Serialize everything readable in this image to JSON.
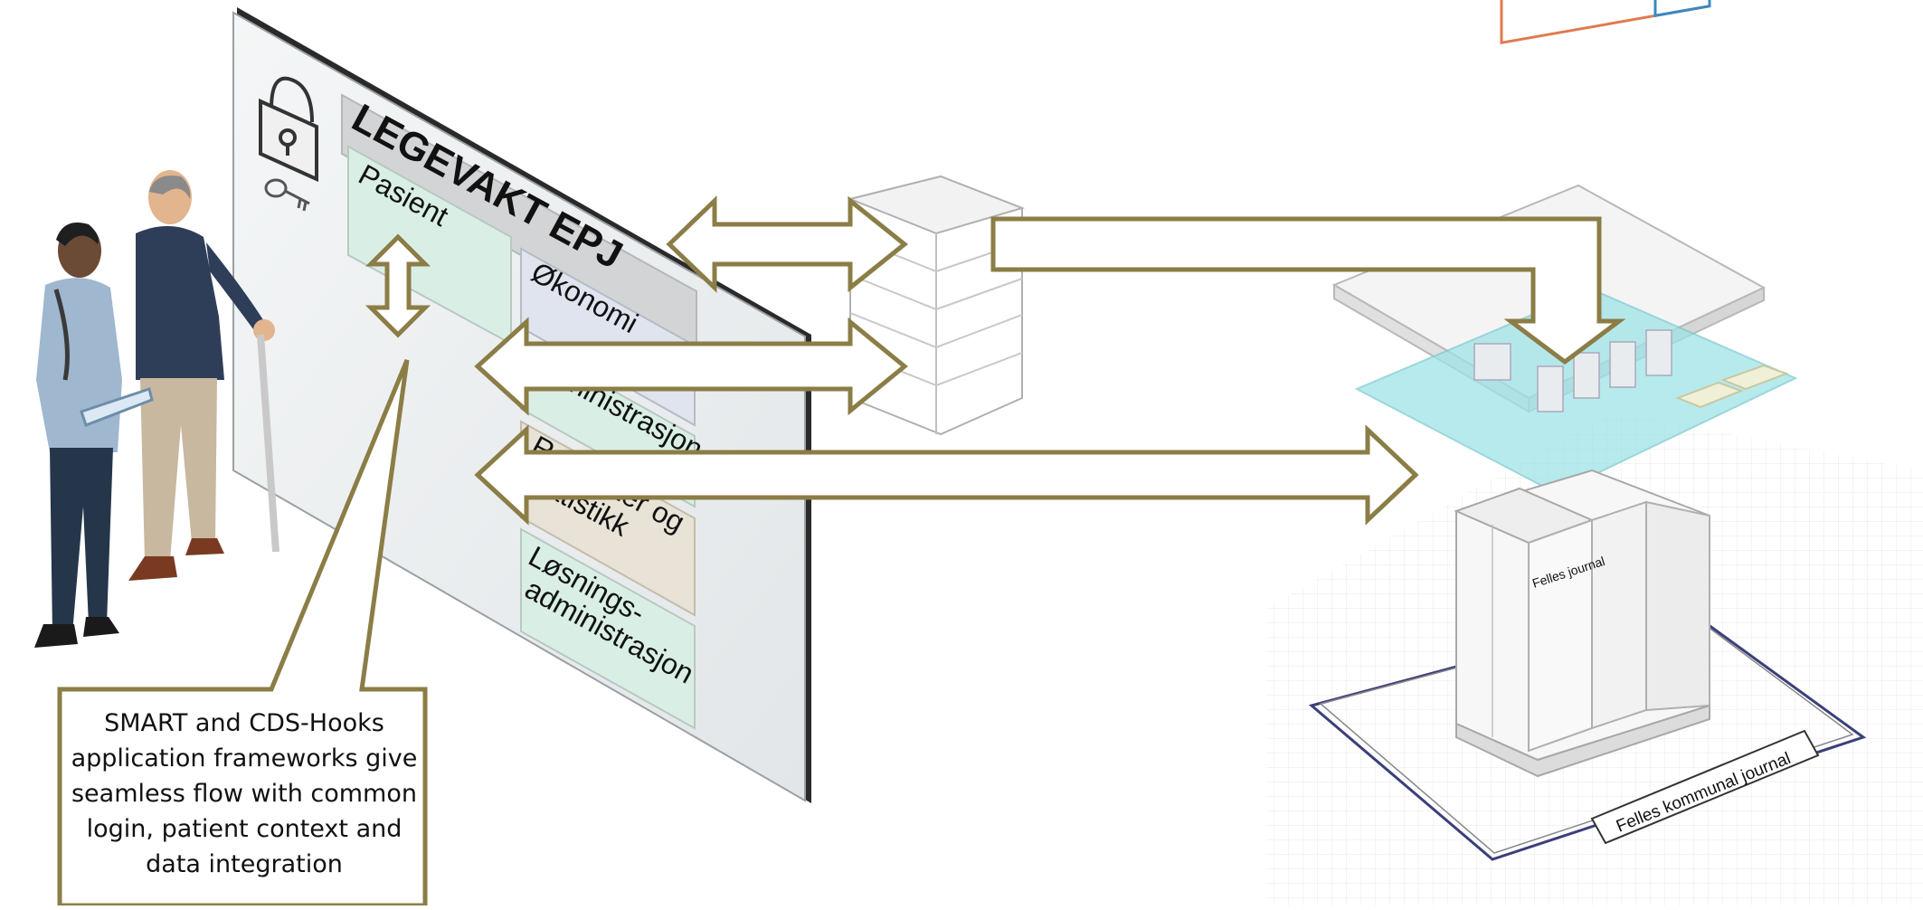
{
  "screen": {
    "title": "LEGEVAKT EPJ",
    "panels": {
      "patient": "Pasient",
      "economy": "Økonomi",
      "administration": "Administrasjon",
      "reports_line1": "Rapporter og",
      "reports_line2": "statistikk",
      "solution_line1": "Løsnings-",
      "solution_line2": "administrasjon"
    }
  },
  "callout": {
    "text": "SMART and CDS-Hooks application frameworks give seamless flow with common login, patient context and data integration"
  },
  "infrastructure": {
    "felles_journal_label": "Felles journal",
    "felles_kommunal_journal_label": "Felles kommunal journal"
  },
  "colors": {
    "arrow_outline": "#8b7d46",
    "panel_green": "#d9efe6",
    "panel_beige": "#e8e3d6",
    "semantic_layer": "#9fe3e7",
    "orange_outline": "#e07a4e"
  }
}
